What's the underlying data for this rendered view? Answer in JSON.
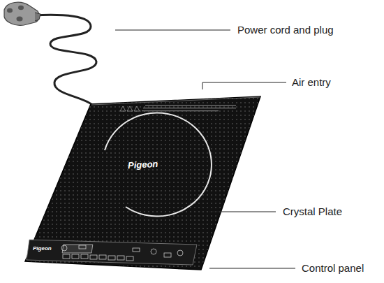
{
  "diagram": {
    "labels": [
      "Power cord and plug",
      "Air entry",
      "Crystal Plate",
      "Control panel",
      "Pigeon",
      "Pigeon"
    ]
  }
}
